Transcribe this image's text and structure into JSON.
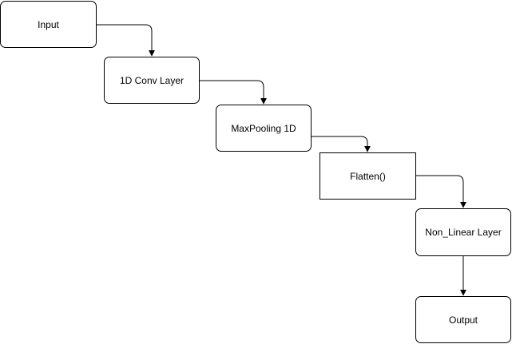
{
  "diagram": {
    "nodes": [
      {
        "id": "input",
        "label": "Input",
        "shape": "rounded"
      },
      {
        "id": "conv",
        "label": "1D Conv Layer",
        "shape": "rounded"
      },
      {
        "id": "pool",
        "label": "MaxPooling 1D",
        "shape": "rounded"
      },
      {
        "id": "flatten",
        "label": "Flatten()",
        "shape": "square"
      },
      {
        "id": "nonlin",
        "label": "Non_Linear Layer",
        "shape": "rounded"
      },
      {
        "id": "output",
        "label": "Output",
        "shape": "rounded"
      }
    ],
    "edges": [
      {
        "from": "input",
        "to": "conv"
      },
      {
        "from": "conv",
        "to": "pool"
      },
      {
        "from": "pool",
        "to": "flatten"
      },
      {
        "from": "flatten",
        "to": "nonlin"
      },
      {
        "from": "nonlin",
        "to": "output"
      }
    ],
    "colors": {
      "stroke": "#000000",
      "fill": "#ffffff",
      "text": "#000000"
    }
  }
}
